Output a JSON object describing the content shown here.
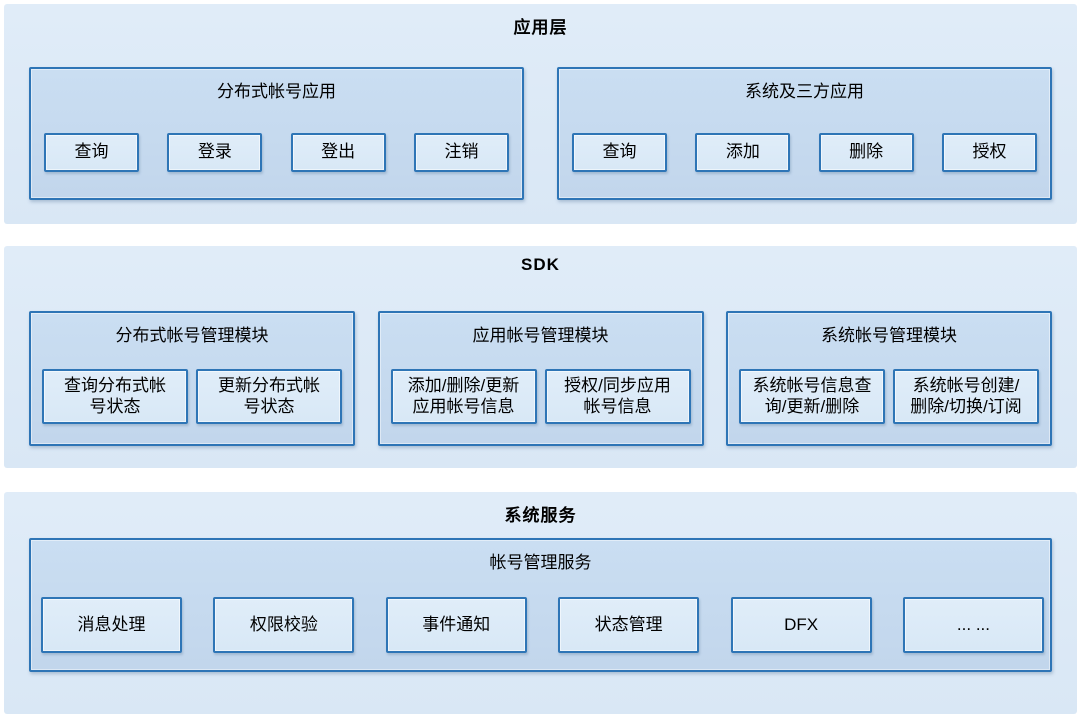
{
  "diagram": {
    "colors": {
      "layer_bg": "#dbe8f6",
      "box_bg": "#c6daee",
      "button_bg": "#dceaf8",
      "border": "#2e75b6",
      "text": "#000000"
    },
    "layers": [
      {
        "title": "应用层",
        "boxes": [
          {
            "title": "分布式帐号应用",
            "buttons": [
              "查询",
              "登录",
              "登出",
              "注销"
            ]
          },
          {
            "title": "系统及三方应用",
            "buttons": [
              "查询",
              "添加",
              "删除",
              "授权"
            ]
          }
        ]
      },
      {
        "title": "SDK",
        "boxes": [
          {
            "title": "分布式帐号管理模块",
            "buttons": [
              "查询分布式帐\n号状态",
              "更新分布式帐\n号状态"
            ]
          },
          {
            "title": "应用帐号管理模块",
            "buttons": [
              "添加/删除/更新\n应用帐号信息",
              "授权/同步应用\n帐号信息"
            ]
          },
          {
            "title": "系统帐号管理模块",
            "buttons": [
              "系统帐号信息查\n询/更新/删除",
              "系统帐号创建/\n删除/切换/订阅"
            ]
          }
        ]
      },
      {
        "title": "系统服务",
        "boxes": [
          {
            "title": "帐号管理服务",
            "buttons": [
              "消息处理",
              "权限校验",
              "事件通知",
              "状态管理",
              "DFX",
              "... ..."
            ]
          }
        ]
      }
    ]
  }
}
